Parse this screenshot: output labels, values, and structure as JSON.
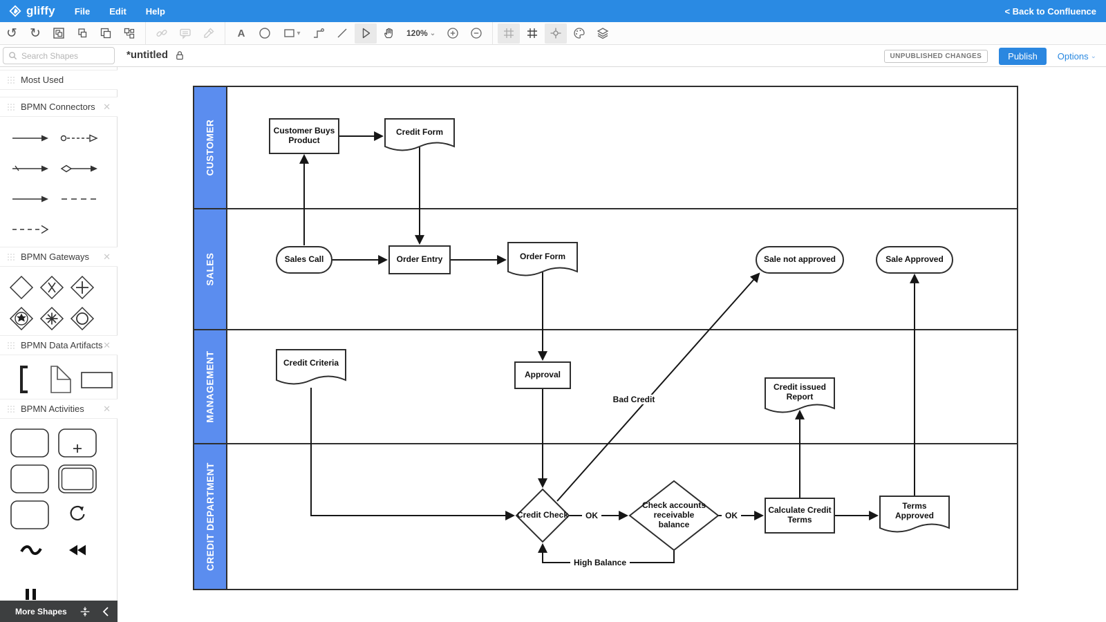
{
  "app": {
    "logo_text": "gliffy",
    "menus": [
      {
        "label": "File"
      },
      {
        "label": "Edit"
      },
      {
        "label": "Help"
      }
    ],
    "back_link": "< Back to Confluence"
  },
  "toolbar": {
    "zoom_level": "120%",
    "icons": [
      "undo",
      "redo",
      "group",
      "ungroup",
      "bring-forward",
      "send-backward",
      "link",
      "comment",
      "eyedropper",
      "text",
      "ellipse",
      "rectangle",
      "connector",
      "line",
      "pointer",
      "pan-hand",
      "zoom-in",
      "zoom-out",
      "grid-light",
      "grid-dark",
      "snap",
      "theme",
      "layers"
    ],
    "active_tools": [
      "pointer",
      "grid-light",
      "snap"
    ],
    "disabled_tools": [
      "link",
      "comment",
      "eyedropper"
    ]
  },
  "header": {
    "title": "*untitled",
    "unpublished_badge": "UNPUBLISHED CHANGES",
    "publish_label": "Publish",
    "options_label": "Options"
  },
  "sidebar": {
    "search_placeholder": "Search Shapes",
    "sections": [
      {
        "label": "Most Used"
      },
      {
        "label": "BPMN Connectors"
      },
      {
        "label": "BPMN Gateways"
      },
      {
        "label": "BPMN Data Artifacts"
      },
      {
        "label": "BPMN Activities"
      }
    ],
    "more_shapes_label": "More Shapes"
  },
  "diagram": {
    "lanes": [
      {
        "label": "CUSTOMER"
      },
      {
        "label": "SALES"
      },
      {
        "label": "MANAGEMENT"
      },
      {
        "label": "CREDIT DEPARTMENT"
      }
    ],
    "nodes": {
      "customer_buys_product": "Customer Buys Product",
      "credit_form": "Credit Form",
      "sales_call": "Sales Call",
      "order_entry": "Order Entry",
      "order_form": "Order Form",
      "sale_not_approved": "Sale not approved",
      "sale_approved": "Sale Approved",
      "credit_criteria": "Credit Criteria",
      "approval": "Approval",
      "credit_issued_report": "Credit issued Report",
      "credit_check": "Credit Check",
      "check_accounts": "Check accounts receivable balance",
      "calculate_credit_terms": "Calculate Credit Terms",
      "terms_approved": "Terms Approved"
    },
    "edge_labels": {
      "ok1": "OK",
      "ok2": "OK",
      "bad_credit": "Bad Credit",
      "high_balance": "High Balance"
    }
  },
  "colors": {
    "topbar_blue": "#2a8ae3",
    "lane_header_blue": "#5b8def",
    "publish_blue": "#2b87e0",
    "diagram_stroke": "#2e2e2e"
  }
}
